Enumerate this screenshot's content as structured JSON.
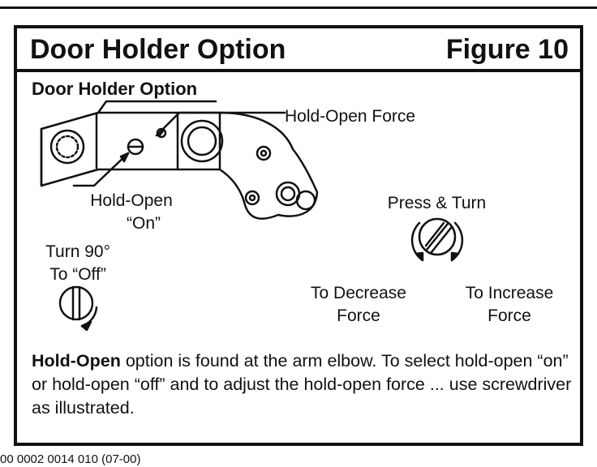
{
  "header": {
    "title": "Door Holder Option",
    "figure_label": "Figure 10"
  },
  "subtitle": "Door Holder Option",
  "callouts": {
    "hold_open_force": "Hold-Open Force",
    "hold_open": "Hold-Open",
    "on": "“On”",
    "turn_90": "Turn 90°",
    "to_off": "To “Off”",
    "press_turn": "Press & Turn",
    "to_decrease": "To Decrease",
    "decrease_force": "Force",
    "to_increase": "To Increase",
    "increase_force": "Force"
  },
  "description": {
    "bold_lead": "Hold-Open",
    "text": " option is found at the arm elbow. To select hold-open “on” or hold-open “off” and to adjust the hold-open force ... use screwdriver as illustrated."
  },
  "footer": {
    "part_number": "00 0002 0014 010 (07-00)"
  },
  "icons": [
    "arm-assembly-drawing",
    "screw-vertical-slot-icon",
    "screw-diagonal-slot-icon",
    "rotate-arrow-icon"
  ]
}
